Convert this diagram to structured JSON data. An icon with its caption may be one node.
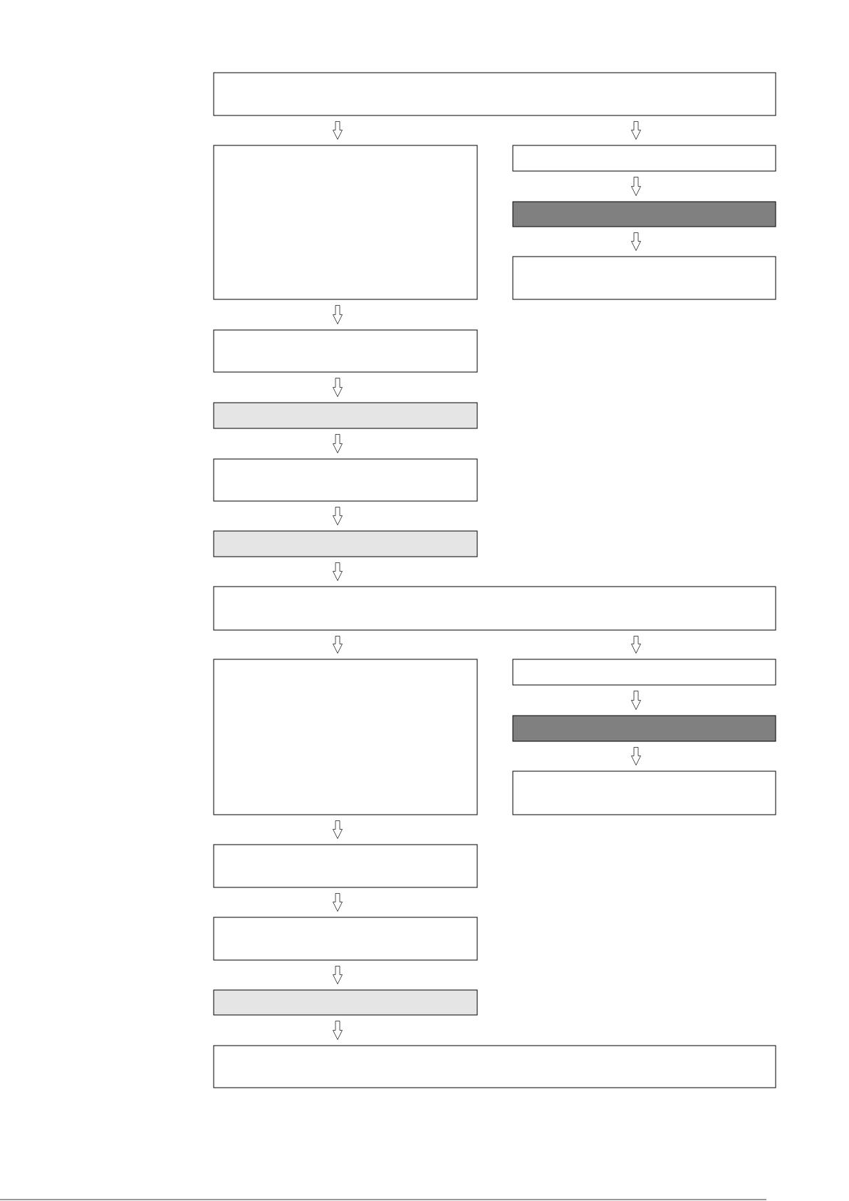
{
  "diagram": {
    "nodes": [
      {
        "text": [],
        "shape": "box"
      },
      {
        "text": [],
        "shape": "box"
      },
      {
        "text": [],
        "shape": "box"
      },
      {
        "text": [],
        "shape": "box"
      },
      {
        "text": [],
        "shape": "box"
      },
      {
        "text": [],
        "shape": "box"
      },
      {
        "text": [],
        "shape": "box"
      },
      {
        "text": [],
        "shape": "box"
      },
      {
        "text": [],
        "shape": "box"
      },
      {
        "text": [],
        "shape": "box"
      },
      {
        "text": [],
        "shape": "box"
      },
      {
        "text": [],
        "shape": "box"
      },
      {
        "text": [],
        "shape": "box"
      },
      {
        "text": [],
        "shape": "box"
      },
      {
        "text": [],
        "shape": "box"
      },
      {
        "text": [],
        "shape": "box"
      },
      {
        "text": [],
        "shape": "box"
      },
      {
        "text": [],
        "shape": "box"
      }
    ],
    "edges": [
      {
        "from": 0,
        "to": 1,
        "arrow": "to"
      },
      {
        "from": 0,
        "to": 2,
        "arrow": "to"
      },
      {
        "from": 2,
        "to": 3,
        "arrow": "to"
      },
      {
        "from": 3,
        "to": 4,
        "arrow": "to"
      },
      {
        "from": 1,
        "to": 5,
        "arrow": "to"
      },
      {
        "from": 5,
        "to": 6,
        "arrow": "to"
      },
      {
        "from": 6,
        "to": 7,
        "arrow": "to"
      },
      {
        "from": 7,
        "to": 8,
        "arrow": "to"
      },
      {
        "from": 8,
        "to": 9,
        "arrow": "to"
      },
      {
        "from": 9,
        "to": 10,
        "arrow": "to"
      },
      {
        "from": 9,
        "to": 11,
        "arrow": "to"
      },
      {
        "from": 11,
        "to": 12,
        "arrow": "to"
      },
      {
        "from": 12,
        "to": 13,
        "arrow": "to"
      },
      {
        "from": 10,
        "to": 14,
        "arrow": "to"
      },
      {
        "from": 14,
        "to": 15,
        "arrow": "to"
      },
      {
        "from": 15,
        "to": 16,
        "arrow": "to"
      },
      {
        "from": 16,
        "to": 17,
        "arrow": "to"
      }
    ]
  }
}
